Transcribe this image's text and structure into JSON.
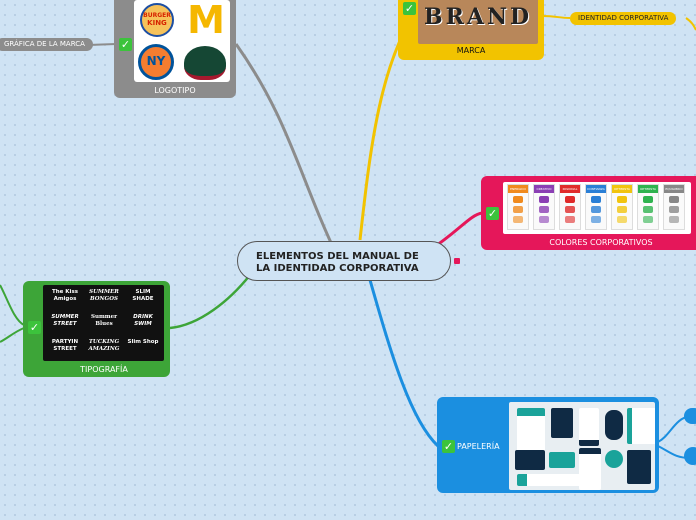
{
  "central": {
    "line1": "ELEMENTOS DEL MANUAL DE",
    "line2": "LA IDENTIDAD CORPORATIVA"
  },
  "nodes": {
    "logotipo": {
      "label": "LOGOTIPO",
      "color": "#8c8c8c"
    },
    "marca": {
      "label": "MARCA",
      "color": "#f2c300"
    },
    "colores": {
      "label": "COLORES CORPORATIVOS",
      "color": "#e5175a"
    },
    "tipografia": {
      "label": "TIPOGRAFÍA",
      "color": "#3da538"
    },
    "papeleria": {
      "label": "PAPELERÍA",
      "color": "#1b8fe0"
    }
  },
  "side_labels": {
    "grafica": "GRÁFICA DE LA MARCA",
    "identidad": "IDENTIDAD CORPORATIVA"
  },
  "logos": {
    "bk_top": "BURGER",
    "bk_bottom": "KING",
    "ny": "NY"
  },
  "marca_text": "BRAND",
  "color_columns": [
    {
      "label": "ENERGICO",
      "color": "#f08a1d"
    },
    {
      "label": "CREATIVO",
      "color": "#8b3fb4"
    },
    {
      "label": "PASIONAL",
      "color": "#e02a2a"
    },
    {
      "label": "CONFIANZA",
      "color": "#2a7fd6"
    },
    {
      "label": "OPTIMISTA",
      "color": "#f1c40f"
    },
    {
      "label": "OPTIMISTA",
      "color": "#2fb34f"
    },
    {
      "label": "EQUILIBRIO",
      "color": "#888888"
    }
  ],
  "typography_samples": [
    "The Kiss Amigos",
    "SUMMER BONGOS",
    "SLIM SHADE",
    "SUMMER STREET",
    "Summer Blues",
    "DRINK SWIM",
    "PARTYIN STREET",
    "TUCKING AMAZING",
    "Slim Shop"
  ]
}
